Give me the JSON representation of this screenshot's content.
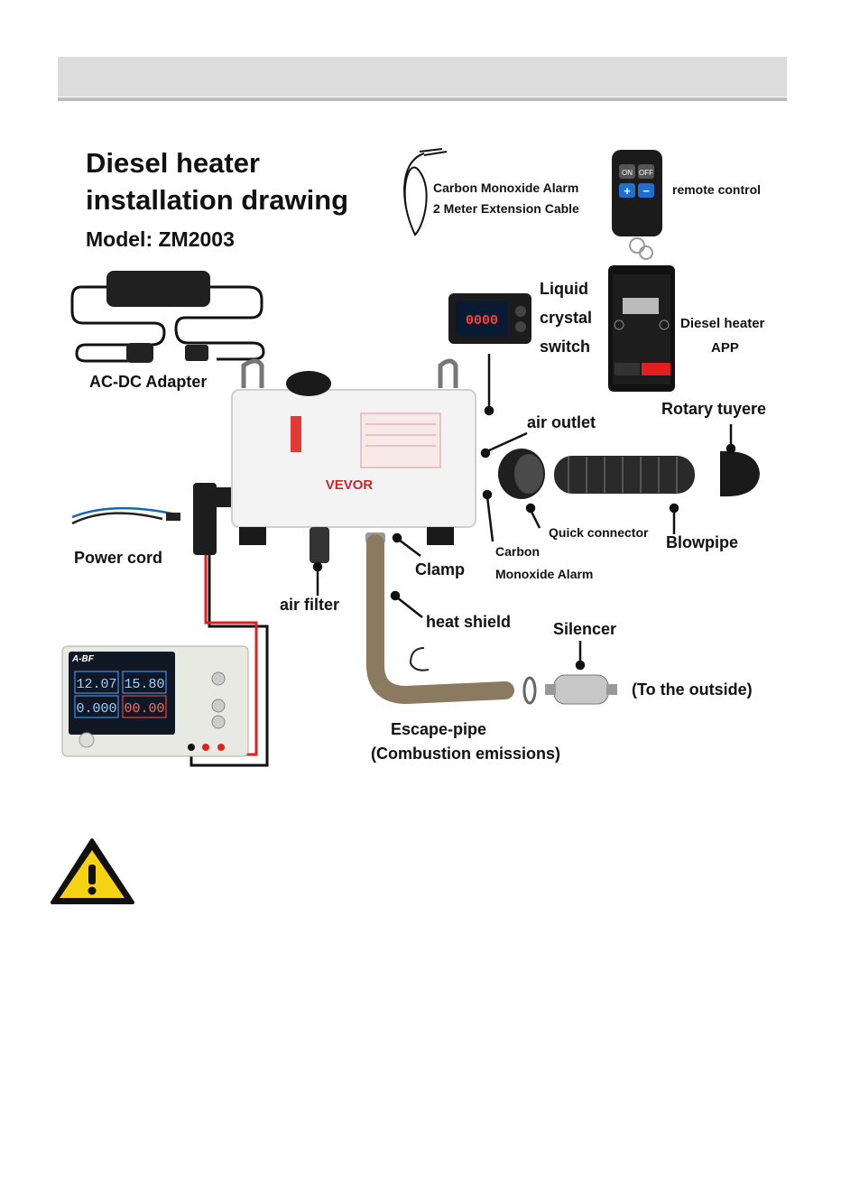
{
  "title_line1": "Diesel heater",
  "title_line2": "installation drawing",
  "model": "Model: ZM2003",
  "labels": {
    "extension_cable_1": "Carbon Monoxide Alarm",
    "extension_cable_2": "2 Meter Extension Cable",
    "remote_control": "remote control",
    "ac_dc_adapter": "AC-DC Adapter",
    "lcd_1": "Liquid",
    "lcd_2": "crystal",
    "lcd_3": "switch",
    "app_1": "Diesel heater",
    "app_2": "APP",
    "air_outlet": "air outlet",
    "rotary_tuyere": "Rotary tuyere",
    "quick_connector": "Quick connector",
    "blowpipe": "Blowpipe",
    "co_alarm_1": "Carbon",
    "co_alarm_2": "Monoxide Alarm",
    "power_cord": "Power cord",
    "clamp": "Clamp",
    "air_filter": "air filter",
    "heat_shield": "heat shield",
    "silencer": "Silencer",
    "to_outside": "(To the outside)",
    "escape_pipe_1": "Escape-pipe",
    "escape_pipe_2": "(Combustion emissions)"
  },
  "device_text": {
    "brand": "VEVOR",
    "remote_on": "ON",
    "remote_off": "OFF",
    "remote_plus": "+",
    "remote_minus": "−",
    "lcd_value": "0000",
    "psu_brand": "A-BF",
    "psu_v1": "12.07",
    "psu_v2": "15.80",
    "psu_a1": "0.000",
    "psu_a2": "00.00"
  },
  "icons": [
    "warning-icon"
  ]
}
